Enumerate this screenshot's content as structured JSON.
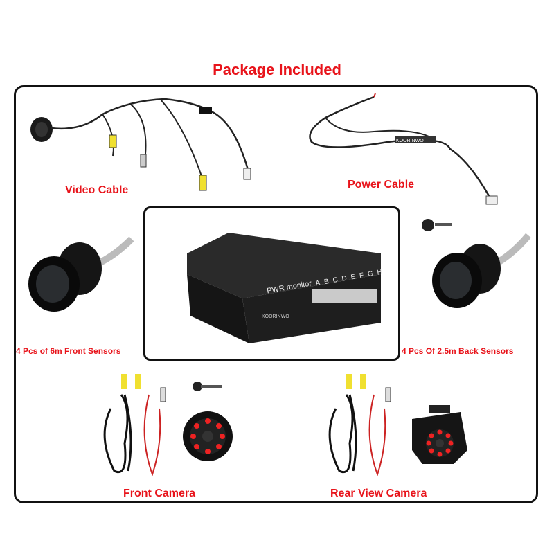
{
  "header": {
    "title": "Package Included"
  },
  "items": {
    "video_cable": "Video Cable",
    "power_cable": "Power Cable",
    "front_sensors": "4 Pcs of 6m Front Sensors",
    "back_sensors": "4 Pcs Of 2.5m Back Sensors",
    "front_camera": "Front Camera",
    "rear_camera": "Rear View Camera"
  },
  "control_box": {
    "label_main": "PWR monitor",
    "ports": [
      "A",
      "B",
      "C",
      "D",
      "E",
      "F",
      "G",
      "H"
    ],
    "brand": "KOORINWO"
  },
  "power_cable_brand": "KOORINWO",
  "colors": {
    "accent": "#e8141b",
    "frame": "#111111"
  }
}
